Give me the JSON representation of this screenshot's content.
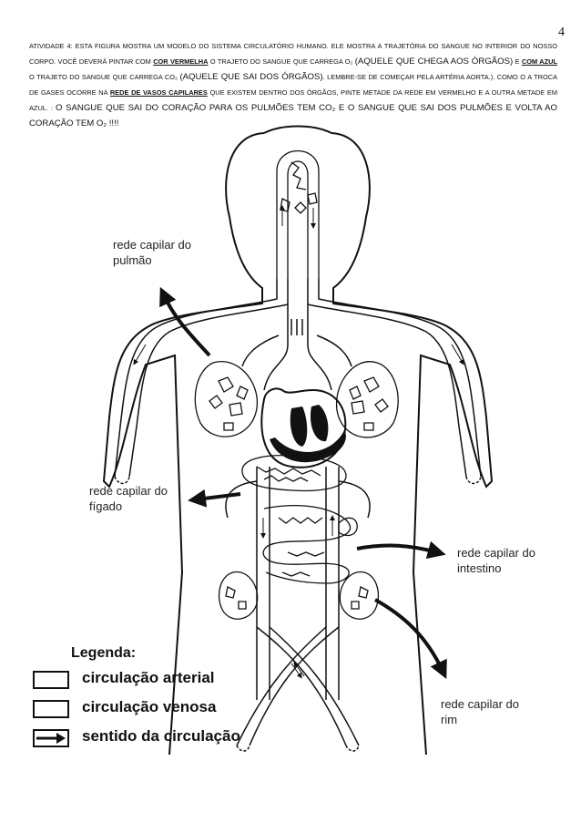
{
  "page_number": "4",
  "intro": {
    "part1": "ATIVIDADE 4: ESTA FIGURA MOSTRA UM MODELO DO SISTEMA CIRCULATÓRIO HUMANO. ELE MOSTRA A TRAJETÓRIA DO SANGUE NO INTERIOR DO NOSSO CORPO. VOCÊ DEVERÁ PINTAR COM ",
    "cor_vermelha": "COR VERMELHA",
    "part2": " O TRAJETO DO SANGUE QUE CARREGA O₂ ",
    "part3": "(AQUELE QUE CHEGA AOS ÓRGÃOS)",
    "part4": " E ",
    "com_azul": "COM AZUL",
    "part5": " O TRAJETO DO SANGUE QUE CARREGA CO₂ ",
    "part6": "(AQUELE QUE SAI DOS ÓRGÃOS)",
    "part7": ". LEMBRE-SE DE COMEÇAR PELA ARTÉRIA AORTA.). COMO O A TROCA DE GASES OCORRE NA ",
    "rede_vasos": "REDE DE VASOS CAPILARES",
    "part8": " QUE EXISTEM DENTRO DOS ÓRGÃOS, PINTE METADE DA REDE EM VERMELHO E A OUTRA METADE EM AZUL. : ",
    "part9": "O SANGUE QUE SAI DO CORAÇÃO PARA OS PULMÕES TEM CO₂ E O SANGUE QUE SAI DOS PULMÕES E VOLTA AO CORAÇÃO TEM O₂ !!!!"
  },
  "labels": {
    "pulmao_1": "rede capilar do",
    "pulmao_2": "pulmão",
    "figado_1": "rede capilar do",
    "figado_2": "fígado",
    "intestino_1": "rede capilar do",
    "intestino_2": "intestino",
    "rim_1": "rede capilar do",
    "rim_2": "rim"
  },
  "legend": {
    "title": "Legenda:",
    "arterial": "circulação arterial",
    "venosa": "circulação venosa",
    "sentido": "sentido da circulação"
  }
}
